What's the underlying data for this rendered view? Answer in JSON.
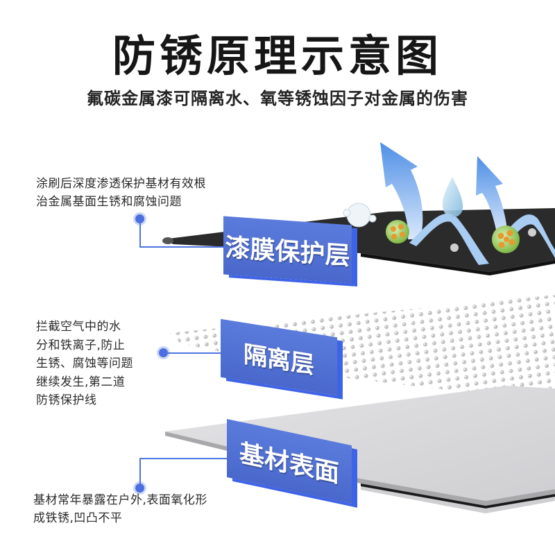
{
  "title": "防锈原理示意图",
  "subtitle": "氟碳金属漆可隔离水、氧等锈蚀因子对金属的伤害",
  "layers": [
    {
      "label": "漆膜保护层",
      "description_lines": [
        "涂刷后深度渗透保护基材有效根",
        "治金属基面生锈和腐蚀问题"
      ]
    },
    {
      "label": "隔离层",
      "description_lines": [
        "拦截空气中的水",
        "分和铁离子,防止",
        "生锈、腐蚀等问题",
        "继续发生,第二道",
        "防锈保护线"
      ]
    },
    {
      "label": "基材表面",
      "description_lines": [
        "基材常年暴露在户外,表面氧化形",
        "成铁锈,凹凸不平"
      ]
    }
  ],
  "colors": {
    "accent_blue": "#4a68cc",
    "connector_blue": "#4d74e0",
    "coating_black": "#2b2b2b",
    "substrate_gray": "#d6d6d8",
    "arrow_blue": "#5b9be8"
  }
}
